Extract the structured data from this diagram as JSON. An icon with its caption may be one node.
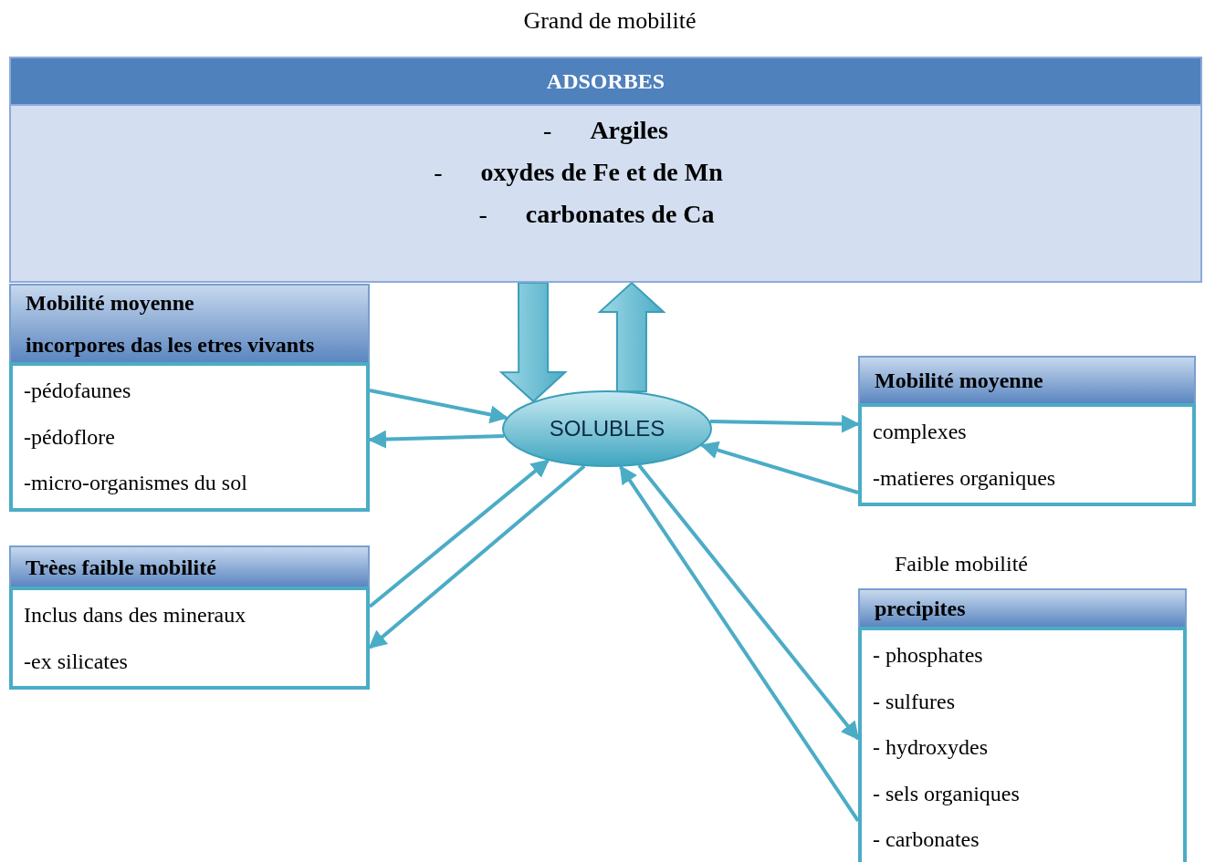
{
  "diagram": {
    "title": "Grand de mobilité",
    "nodes": [
      {
        "text": [
          "ADSORBES",
          "- **Argiles**",
          "- **oxydes de Fe et de Mn**",
          "- **carbonates de Ca**"
        ]
      },
      {
        "text": [
          "SOLUBLES"
        ]
      },
      {
        "text": [
          "Mobilité moyenne",
          "incorpores das les etres vivants",
          "-pédofaunes",
          "-pédoflore",
          "-micro-organismes du sol"
        ]
      },
      {
        "text": [
          "Trèes faible mobilité",
          "Inclus dans des mineraux",
          "-ex silicates"
        ]
      },
      {
        "text": [
          "Mobilité moyenne",
          "complexes",
          "-matieres organiques"
        ]
      },
      {
        "text": [
          "Faible mobilité",
          "precipites",
          "- phosphates",
          "- sulfures",
          "- hydroxydes",
          "- sels organiques",
          "- carbonates"
        ]
      }
    ],
    "edges": [
      {
        "from": 0,
        "to": 1,
        "arrow": "to",
        "style": "thick"
      },
      {
        "from": 1,
        "to": 0,
        "arrow": "to",
        "style": "thick"
      },
      {
        "from": 2,
        "to": 1,
        "arrow": "to"
      },
      {
        "from": 1,
        "to": 2,
        "arrow": "to"
      },
      {
        "from": 1,
        "to": 4,
        "arrow": "to"
      },
      {
        "from": 4,
        "to": 1,
        "arrow": "to"
      },
      {
        "from": 3,
        "to": 1,
        "arrow": "to"
      },
      {
        "from": 1,
        "to": 3,
        "arrow": "to"
      },
      {
        "from": 1,
        "to": 5,
        "arrow": "to"
      },
      {
        "from": 5,
        "to": 1,
        "arrow": "to"
      }
    ]
  }
}
